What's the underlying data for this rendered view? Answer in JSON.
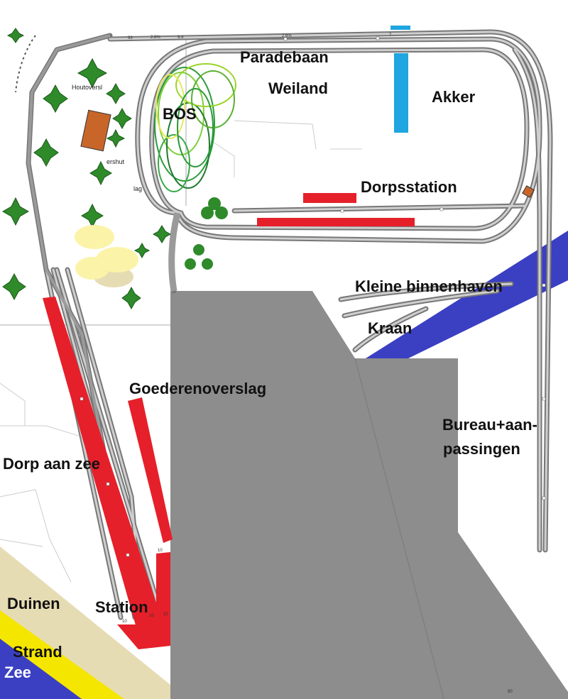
{
  "labels": {
    "paradebaan": "Paradebaan",
    "weiland": "Weiland",
    "akker": "Akker",
    "bos": "BOS",
    "dorpsstation": "Dorpsstation",
    "kleine_binnenhaven": "Kleine binnenhaven",
    "kraan": "Kraan",
    "goederenoverslag": "Goederenoverslag",
    "bureau_line1": "Bureau+aan-",
    "bureau_line2": "passingen",
    "dorp_aan_zee": "Dorp aan zee",
    "duinen": "Duinen",
    "station": "Station",
    "strand": "Strand",
    "zee": "Zee",
    "houtoverslag": "Houtoversl",
    "ershut": "ershut",
    "lag": "lag"
  },
  "dimensions": {
    "d1": "93",
    "d2": "2.6%",
    "d3": "9.4",
    "d4": "2.6%",
    "d5": "7",
    "d6": "10",
    "d7": "10",
    "d8": "10",
    "d9": "10",
    "d10": "80"
  },
  "colors": {
    "track": "#8c8c8c",
    "building_gray": "#8d8d8d",
    "platform_red": "#e5202a",
    "water_blue": "#3b3fc2",
    "field_blue": "#1fa6e0",
    "sand": "#e6dcb4",
    "beach_yellow": "#f5e600",
    "tree_green": "#2f8a2a",
    "hut_brown": "#c8662a"
  }
}
